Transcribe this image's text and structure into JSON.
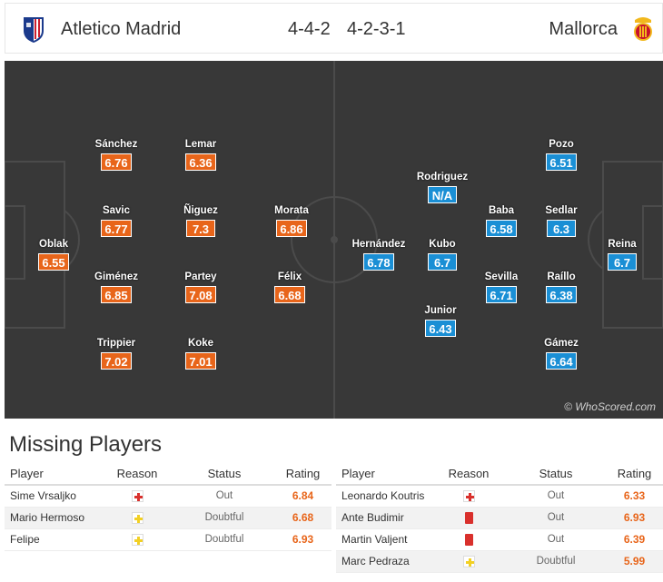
{
  "header": {
    "home_team": "Atletico Madrid",
    "home_formation": "4-4-2",
    "away_formation": "4-2-3-1",
    "away_team": "Mallorca",
    "home_crest_icon": "atletico-madrid-crest-icon",
    "away_crest_icon": "mallorca-crest-icon"
  },
  "colors": {
    "home_rating": "#e8651a",
    "away_rating": "#1a8fd5",
    "pitch": "#383838"
  },
  "pitch": {
    "watermark": "© WhoScored.com",
    "home_players": [
      {
        "name": "Oblak",
        "rating": "6.55"
      },
      {
        "name": "Sánchez",
        "rating": "6.76"
      },
      {
        "name": "Savic",
        "rating": "6.77"
      },
      {
        "name": "Giménez",
        "rating": "6.85"
      },
      {
        "name": "Trippier",
        "rating": "7.02"
      },
      {
        "name": "Lemar",
        "rating": "6.36"
      },
      {
        "name": "Ñiguez",
        "rating": "7.3"
      },
      {
        "name": "Partey",
        "rating": "7.08"
      },
      {
        "name": "Koke",
        "rating": "7.01"
      },
      {
        "name": "Morata",
        "rating": "6.86"
      },
      {
        "name": "Félix",
        "rating": "6.68"
      }
    ],
    "away_players": [
      {
        "name": "Hernández",
        "rating": "6.78"
      },
      {
        "name": "Rodriguez",
        "rating": "N/A"
      },
      {
        "name": "Kubo",
        "rating": "6.7"
      },
      {
        "name": "Junior",
        "rating": "6.43"
      },
      {
        "name": "Baba",
        "rating": "6.58"
      },
      {
        "name": "Sevilla",
        "rating": "6.71"
      },
      {
        "name": "Pozo",
        "rating": "6.51"
      },
      {
        "name": "Sedlar",
        "rating": "6.3"
      },
      {
        "name": "Raíllo",
        "rating": "6.38"
      },
      {
        "name": "Gámez",
        "rating": "6.64"
      },
      {
        "name": "Reina",
        "rating": "6.7"
      }
    ]
  },
  "missing": {
    "title": "Missing Players",
    "columns": {
      "player": "Player",
      "reason": "Reason",
      "status": "Status",
      "rating": "Rating"
    },
    "home": [
      {
        "player": "Sime Vrsaljko",
        "reason": "injury-icon",
        "status": "Out",
        "rating": "6.84"
      },
      {
        "player": "Mario Hermoso",
        "reason": "doubtful-icon",
        "status": "Doubtful",
        "rating": "6.68"
      },
      {
        "player": "Felipe",
        "reason": "doubtful-icon",
        "status": "Doubtful",
        "rating": "6.93"
      }
    ],
    "away": [
      {
        "player": "Leonardo Koutris",
        "reason": "injury-icon",
        "status": "Out",
        "rating": "6.33"
      },
      {
        "player": "Ante Budimir",
        "reason": "red-card-icon",
        "status": "Out",
        "rating": "6.93"
      },
      {
        "player": "Martin Valjent",
        "reason": "red-card-icon",
        "status": "Out",
        "rating": "6.39"
      },
      {
        "player": "Marc Pedraza",
        "reason": "doubtful-icon",
        "status": "Doubtful",
        "rating": "5.99"
      }
    ]
  }
}
